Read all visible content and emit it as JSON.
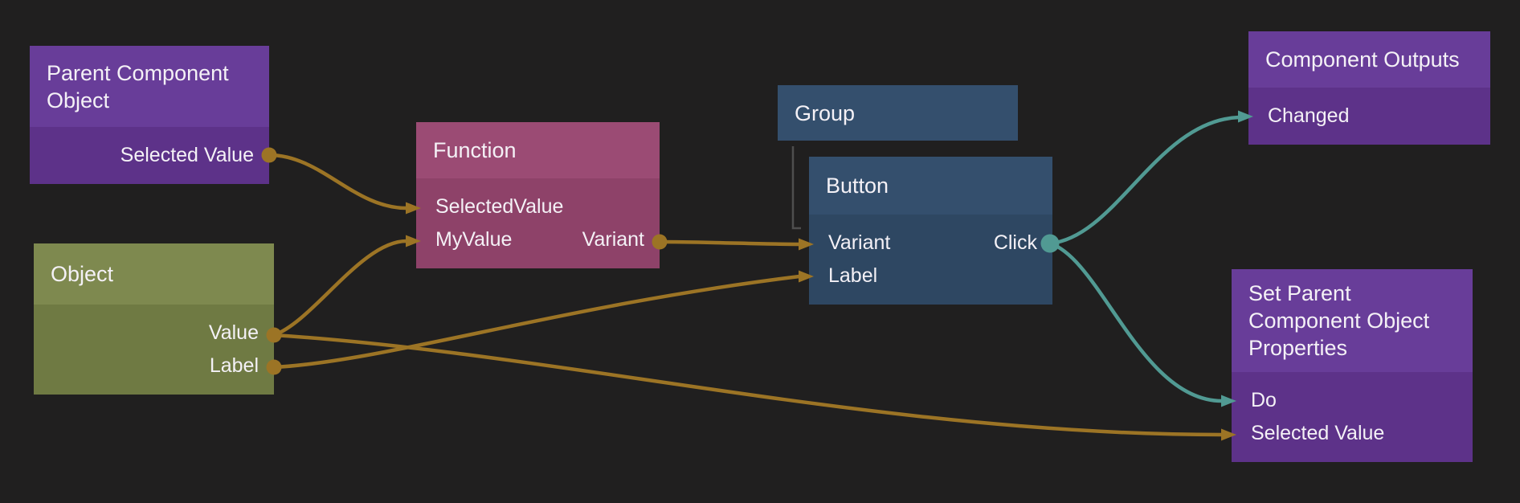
{
  "canvas": {
    "background": "#201f1f",
    "description": "dark node-graph editor canvas"
  },
  "colors": {
    "bg": "#201f1f",
    "purple_header": "#683d99",
    "purple_body": "#5d3289",
    "olive_header": "#7e894f",
    "olive_body": "#6f7a43",
    "magenta_header": "#9b4b74",
    "magenta_body": "#8e4269",
    "blue_header": "#344f6d",
    "blue_body": "#2e4762",
    "wire_data": "#9c7425",
    "wire_event": "#519a93",
    "group_link": "#4e4e4e",
    "text": "#f4f1f6"
  },
  "nodes": {
    "parent_component_object": {
      "title": "Parent Component Object",
      "rows": [
        {
          "right": "Selected Value"
        }
      ]
    },
    "object": {
      "title": "Object",
      "rows": [
        {
          "right": "Value"
        },
        {
          "right": "Label"
        }
      ]
    },
    "function": {
      "title": "Function",
      "rows": [
        {
          "left": "SelectedValue"
        },
        {
          "left": "MyValue",
          "right": "Variant"
        }
      ]
    },
    "group": {
      "title": "Group"
    },
    "button": {
      "title": "Button",
      "rows": [
        {
          "left": "Variant",
          "right": "Click"
        },
        {
          "left": "Label"
        }
      ]
    },
    "component_outputs": {
      "title": "Component Outputs",
      "rows": [
        {
          "left": "Changed"
        }
      ]
    },
    "set_parent": {
      "title": "Set Parent Component Object Properties",
      "rows": [
        {
          "left": "Do"
        },
        {
          "left": "Selected Value"
        }
      ]
    }
  },
  "connections": [
    {
      "from": "Parent Component Object.Selected Value",
      "to": "Function.SelectedValue",
      "kind": "data"
    },
    {
      "from": "Object.Value",
      "to": "Function.MyValue",
      "kind": "data"
    },
    {
      "from": "Object.Label",
      "to": "Button.Label",
      "kind": "data"
    },
    {
      "from": "Object.Value",
      "to": "Set Parent Component Object Properties.Selected Value",
      "kind": "data"
    },
    {
      "from": "Function.Variant",
      "to": "Button.Variant",
      "kind": "data"
    },
    {
      "from": "Button.Click",
      "to": "Component Outputs.Changed",
      "kind": "event"
    },
    {
      "from": "Button.Click",
      "to": "Set Parent Component Object Properties.Do",
      "kind": "event"
    },
    {
      "from": "Group",
      "to": "Button",
      "kind": "group-child-link"
    }
  ]
}
